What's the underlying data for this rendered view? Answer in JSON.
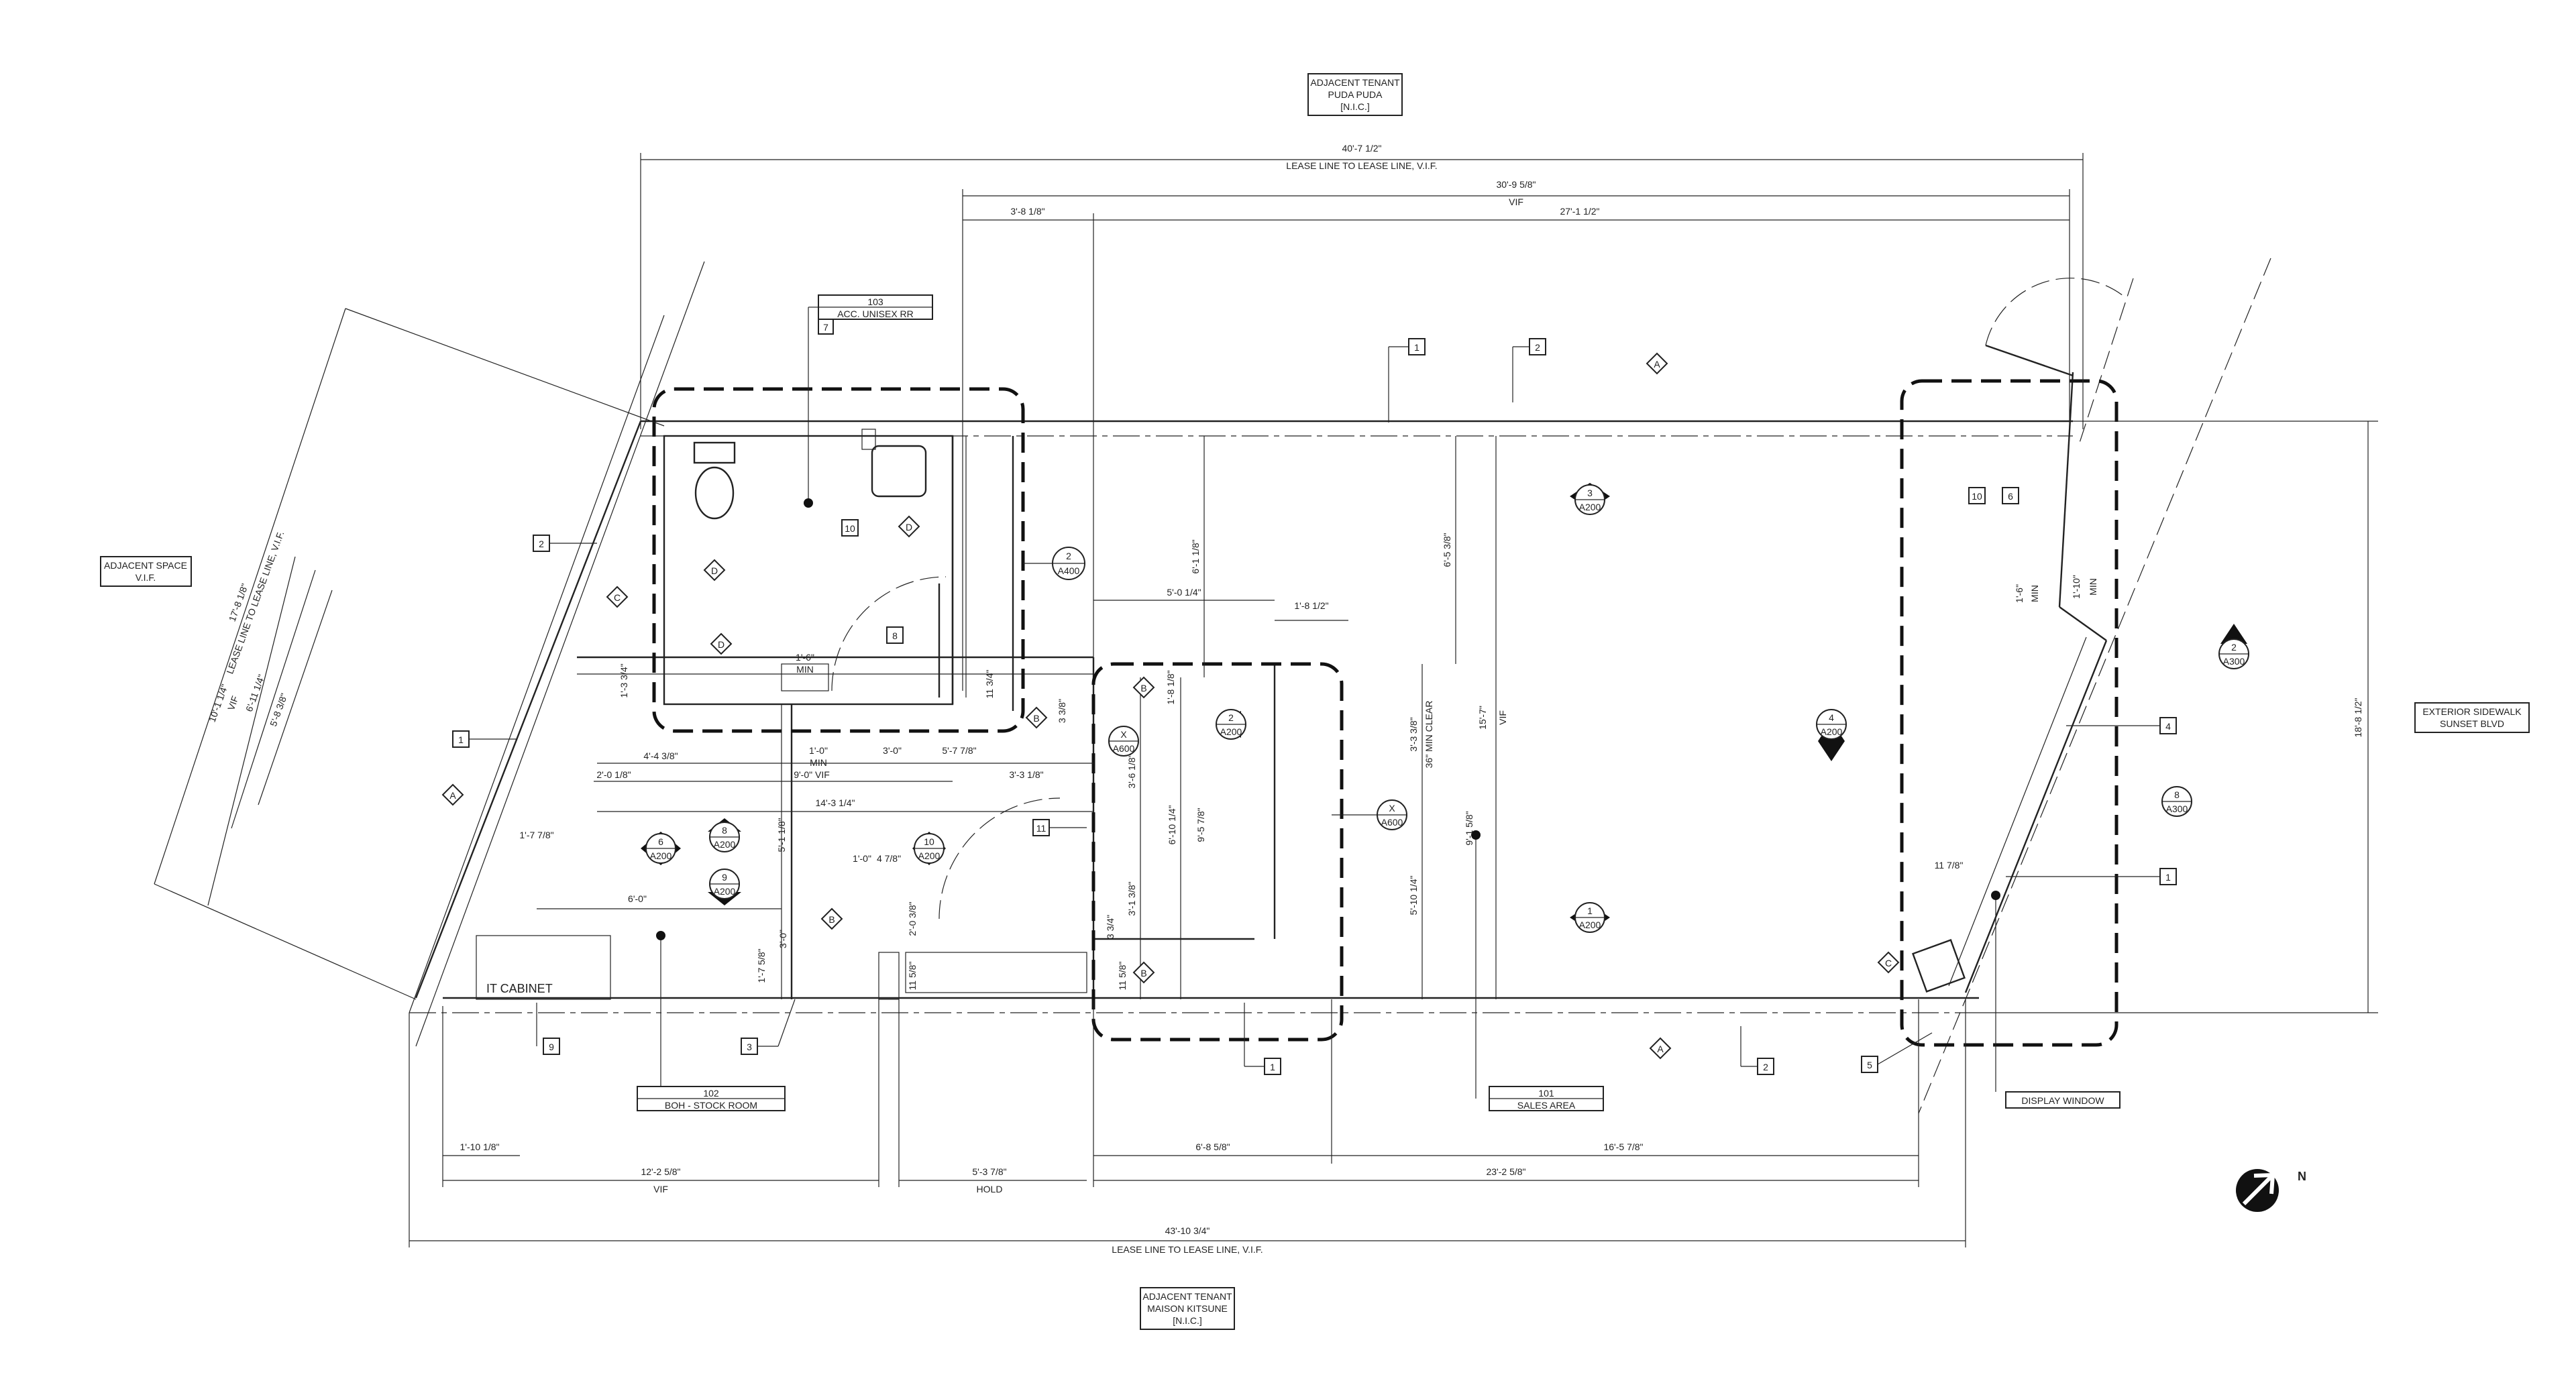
{
  "labels": {
    "adj_top_1": "ADJACENT TENANT",
    "adj_top_2": "PUDA PUDA",
    "adj_top_3": "[N.I.C.]",
    "adj_bot_1": "ADJACENT TENANT",
    "adj_bot_2": "MAISON KITSUNE",
    "adj_bot_3": "[N.I.C.]",
    "adj_left_1": "ADJACENT SPACE",
    "adj_left_2": "V.I.F.",
    "ext_1": "EXTERIOR SIDEWALK",
    "ext_2": "SUNSET BLVD",
    "it_cabinet": "IT CABINET",
    "north": "N"
  },
  "rooms": {
    "r103_num": "103",
    "r103_name": "ACC. UNISEX RR",
    "r103_tag": "7",
    "r102_num": "102",
    "r102_name": "BOH - STOCK ROOM",
    "r101_num": "101",
    "r101_name": "SALES AREA",
    "display_window": "DISPLAY WINDOW"
  },
  "dims_top": {
    "d1": "40'-7 1/2\"",
    "d1_note": "LEASE LINE TO LEASE LINE, V.I.F.",
    "d2": "30'-9 5/8\"",
    "d2_note": "VIF",
    "d3a": "3'-8 1/8\"",
    "d3b": "27'-1 1/2\""
  },
  "dims_bottom": {
    "b1": "1'-10 1/8\"",
    "b2": "6'-8 5/8\"",
    "b3": "16'-5 7/8\"",
    "b4": "12'-2 5/8\"",
    "b5": "5'-3 7/8\"",
    "b6": "23'-2 5/8\"",
    "b_vif": "VIF",
    "b_hold": "HOLD",
    "b_total": "43'-10 3/4\"",
    "b_total_note": "LEASE LINE TO LEASE LINE, V.I.F."
  },
  "dims_left": {
    "l1": "17'-8 1/8\"",
    "l1_note": "LEASE LINE TO LEASE LINE, V.I.F.",
    "l2": "10'-1 1/4\"",
    "l2_note": "VIF",
    "l3": "6'-11 1/4\"",
    "l4": "5'-8 3/8\""
  },
  "dims_right": {
    "r1": "18'-8 1/2\""
  },
  "dims_inner": {
    "i1": "6'-1 1/8\"",
    "i2": "6'-5 3/8\"",
    "i3": "15'-7\"",
    "i3_note": "VIF",
    "i4": "5'-0 1/4\"",
    "i5": "1'-8 1/2\"",
    "i6": "1'-8 1/8\"",
    "i7": "3'-3 3/8\"",
    "i7_note": "36\" MIN CLEAR",
    "i8": "3'-6 1/8\"",
    "i9": "6'-10 1/4\"",
    "i10": "9'-5 7/8\"",
    "i11": "9'-1 5/8\"",
    "i12": "5'-10 1/4\"",
    "i13": "3'-1 3/8\"",
    "i14": "1'-3 3/4\"",
    "i15": "1'-0\"",
    "i15_note": "MIN",
    "i16": "9'-0\" VIF",
    "i17": "3'-0\"",
    "i18": "5'-7 7/8\"",
    "i19": "4'-4 3/8\"",
    "i20": "2'-0 1/8\"",
    "i21": "3'-3 1/8\"",
    "i22": "14'-3 1/4\"",
    "i23": "5'-1 1/8\"",
    "i24": "1'-7 7/8\"",
    "i25": "6'-0\"",
    "i26": "1'-0\"",
    "i27": "4 7/8\"",
    "i28": "2'-0 3/8\"",
    "i29": "3'-0\"",
    "i30": "1'-7 5/8\"",
    "i31": "11 5/8\"",
    "i32": "11 5/8\"",
    "i33": "3 3/4\"",
    "i34": "3 3/8\"",
    "i35": "1'-6\"",
    "i35_note": "MIN",
    "i36": "11 3/4\"",
    "i37": "1'-6\"",
    "i37_note": "MIN",
    "i38": "1'-10\"",
    "i38_note": "MIN",
    "i39": "11 7/8\""
  },
  "tags": {
    "t1": "1",
    "t2": "2",
    "t3": "3",
    "t4": "4",
    "t5": "5",
    "t6": "6",
    "t7": "7",
    "t8": "8",
    "t9": "9",
    "t10": "10",
    "t11": "11"
  },
  "sections": {
    "a200": "A200",
    "a300": "A300",
    "a400": "A400",
    "a600": "A600",
    "n1": "1",
    "n2": "2",
    "n3": "3",
    "n4": "4",
    "n6": "6",
    "n8": "8",
    "n9": "9",
    "n10": "10",
    "nx": "X"
  },
  "wall_types": {
    "a": "A",
    "b": "B",
    "c": "C",
    "d": "D"
  }
}
